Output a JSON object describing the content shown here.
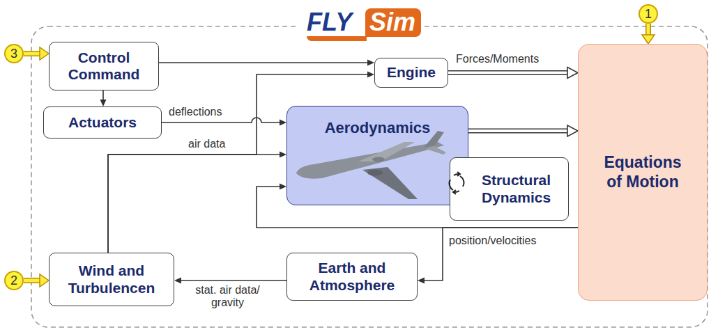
{
  "diagram": {
    "nodes": [
      {
        "text": [
          "Control Command"
        ]
      },
      {
        "text": [
          "3"
        ]
      },
      {
        "text": [
          "Engine"
        ]
      },
      {
        "text": [
          "Actuators"
        ]
      },
      {
        "text": [
          "Aerodynamics"
        ]
      },
      {
        "text": [
          "Structural Dynamics"
        ]
      },
      {
        "text": [
          "Equations of Motion"
        ]
      },
      {
        "text": [
          "1"
        ]
      },
      {
        "text": [
          "Wind and Turbulencen"
        ]
      },
      {
        "text": [
          "2"
        ]
      },
      {
        "text": [
          "Earth and Atmosphere"
        ]
      }
    ],
    "edges": [
      {
        "from": 1,
        "to": 0,
        "arrow": "to"
      },
      {
        "from": 7,
        "to": 6,
        "arrow": "to"
      },
      {
        "from": 9,
        "to": 8,
        "arrow": "to"
      },
      {
        "from": 0,
        "to": 2,
        "arrow": "to"
      },
      {
        "from": 0,
        "to": 3,
        "arrow": "to"
      },
      {
        "from": 2,
        "to": 6,
        "label": "Forces/Moments",
        "arrow": "to"
      },
      {
        "from": 3,
        "to": 4,
        "label": "deflections",
        "arrow": "to"
      },
      {
        "from": 8,
        "to": 4,
        "label": "air data",
        "arrow": "to"
      },
      {
        "from": 8,
        "to": 2,
        "arrow": "to"
      },
      {
        "from": 4,
        "to": 6,
        "arrow": "to"
      },
      {
        "from": 6,
        "to": 4,
        "arrow": "to"
      },
      {
        "from": 6,
        "to": 10,
        "label": "position/velocities",
        "arrow": "to"
      },
      {
        "from": 10,
        "to": 8,
        "label": "stat. air data/ gravity",
        "arrow": "to"
      }
    ],
    "labels": [
      "FLY",
      "Sim"
    ]
  }
}
